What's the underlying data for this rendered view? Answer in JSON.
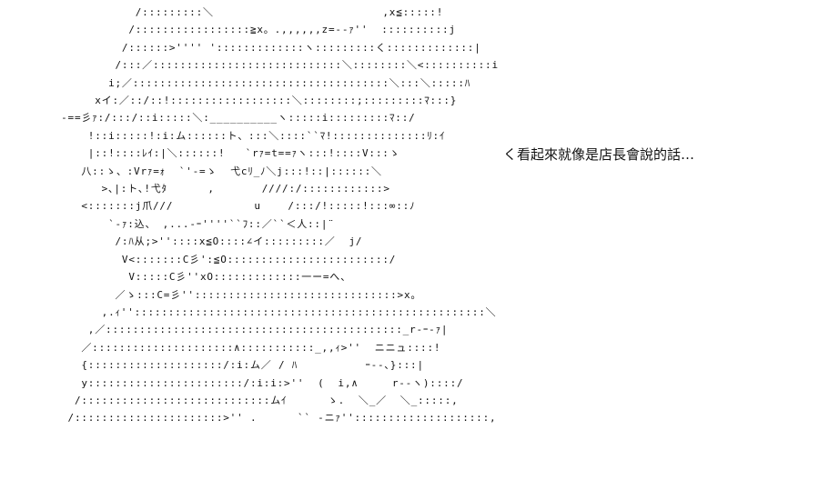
{
  "dialogue": {
    "text": "く看起來就像是店長會說的話…"
  },
  "ascii_art": {
    "lines": [
      "                /:::::::::＼                         ,x≦:::::!",
      "               /:::::::::::::::::≧x。.,,,,,,z=--ｧ''  ::::::::::j",
      "              /::::::>'''' ':::::::::::::ヽ:::::::::く:::::::::::::|",
      "             /:::／::::::::::::::::::::::::::::＼::::::::＼<::::::::::i",
      "            i;／::::::::::::::::::::::::::::::::::::::＼:::＼:::::ﾊ",
      "          xイ:／::/::!::::::::::::::::::＼::::::::;:::::::::ﾏ:::}",
      "     -==彡ｧ:/:::/::i:::::＼:__________ヽ:::::i:::::::::ﾏ::/",
      "         !::i:::::!:i:ム::::::ト、:::＼::::``ﾏ!::::::::::::::ﾘ:ｲ",
      "         |::!::::ﾚｲ:|＼::::::!   `rｧ=t==ｧヽ:::!::::V:::ゝ",
      "        八::ゝ、:Vrｧ=ｫ  `'-=ゝ  弋cﾘ_ﾉ＼j:::!::|::::::＼",
      "           >､|:ト､!弋ﾀ      ,       ////:/::::::::::::>",
      "        <:::::::j爪///            u    /:::/!:::::!:::∞::ﾉ",
      "            `-ｧ:込、 ,...-ｰ''''``ﾌ::／``＜人::|¨",
      "             /:ﾊ从;>''::::x≦O::::∠イ:::::::::／  j/",
      "              V<:::::::C彡':≦O::::::::::::::::::::::::/",
      "               V:::::C彡''xO:::::::::::::一ー=へ、",
      "             ／ゝ:::C=彡''::::::::::::::::::::::::::::::>x。",
      "           ,.ｨ''::::::::::::::::::::::::::::::::::::::::::::::::::::＼",
      "         ,／::::::::::::::::::::::::::::::::::::::::::::_r-ｰ-ｧ|",
      "        ／:::::::::::::::::::::∧:::::::::::_,,ｨ>''  ニニュ::::!",
      "        {::::::::::::::::::::/:i:ム／ / ﾊ          ｰ--､}:::|",
      "        y:::::::::::::::::::::::/:i:i:>''  (  i,∧     r--ヽ)::::/",
      "       /::::::::::::::::::::::::::::ムｲ      ゝ.  ＼_／  ＼_:::::,",
      "      /::::::::::::::::::::::>'' .      `` -ニｧ''::::::::::::::::::::,"
    ]
  }
}
